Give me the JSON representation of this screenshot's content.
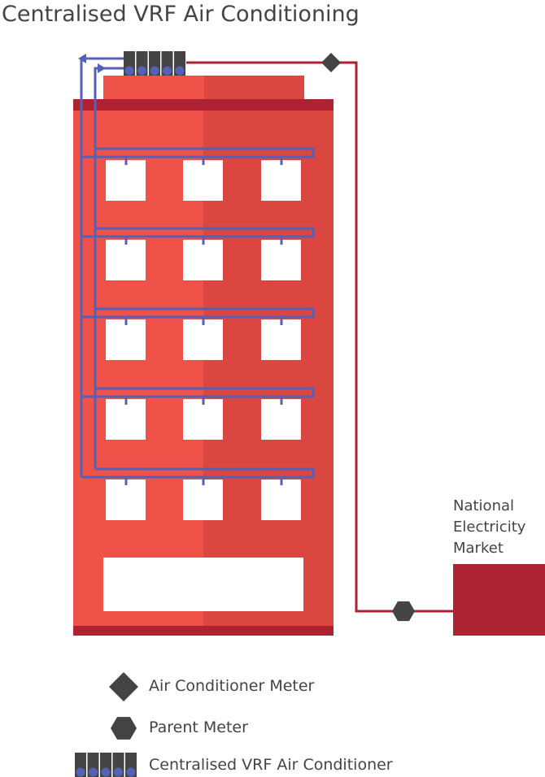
{
  "title": "Centralised VRF Air Conditioning",
  "market_label": "National Electricity Market",
  "legend": [
    {
      "icon": "diamond-meter-icon",
      "label": "Air Conditioner Meter"
    },
    {
      "icon": "hexagon-meter-icon",
      "label": "Parent Meter"
    },
    {
      "icon": "vrf-unit-icon",
      "label": "Centralised VRF Air Conditioner"
    }
  ],
  "colors": {
    "building_light": "#ef5249",
    "building_dark": "#dc4640",
    "band": "#ae2233",
    "pipe": "#5461b5",
    "meter": "#444444",
    "wire": "#ae2233"
  },
  "floors": 5,
  "windows_per_floor": 3
}
